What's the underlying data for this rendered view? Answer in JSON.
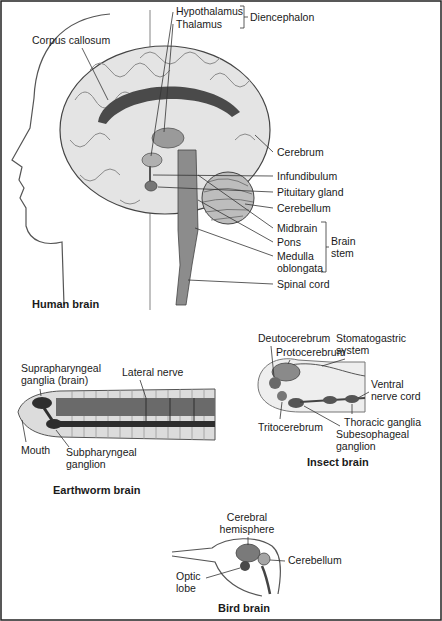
{
  "diagram": {
    "labels": [
      "Hypothalamus",
      "Thalamus",
      "Diencephalon",
      "Corpus callosum",
      "Cerebrum",
      "Infundibulum",
      "Pituitary gland",
      "Cerebellum",
      "Midbrain",
      "Pons",
      "Medulla oblongata",
      "Brain stem",
      "Spinal cord",
      "Human brain",
      "Deutocerebrum",
      "Stomatogastric system",
      "Protocerebrum",
      "Suprapharyngeal ganglia (brain)",
      "Lateral nerve",
      "Ventral nerve cord",
      "Thoracic ganglia",
      "Tritocerebrum",
      "Mouth",
      "Subesophageal ganglion",
      "Subpharyngeal ganglion",
      "Insect brain",
      "Earthworm brain",
      "Cerebral hemisphere",
      "Cerebellum",
      "Optic lobe",
      "Bird brain"
    ]
  }
}
